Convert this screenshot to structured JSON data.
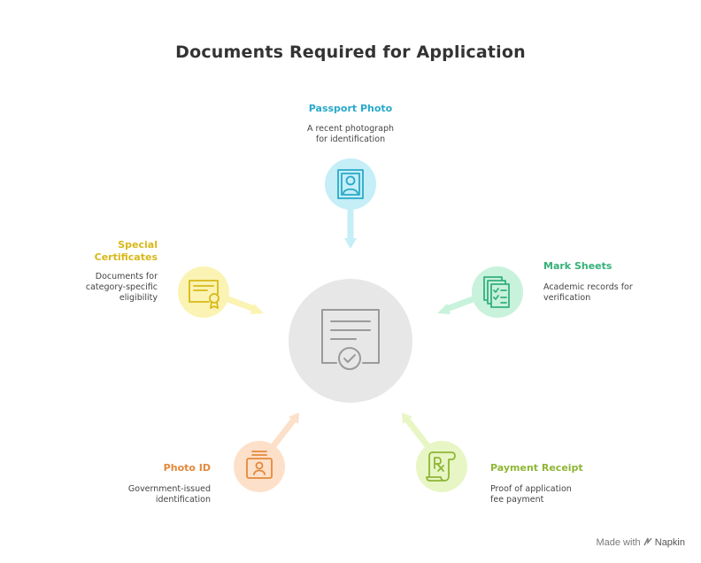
{
  "title": "Documents Required for Application",
  "colors": {
    "passport": "#29a9c9",
    "certificates": "#d8b818",
    "marksheets": "#35b07a",
    "photoid": "#e3893b",
    "payment": "#8fb636",
    "center": "#e7e7e7"
  },
  "center": {
    "icon": "certificate-check-icon"
  },
  "items": [
    {
      "key": "passport",
      "label": "Passport Photo",
      "desc_lines": [
        "A recent photograph",
        "for identification"
      ],
      "icon": "portrait-photo-icon"
    },
    {
      "key": "marksheets",
      "label": "Mark Sheets",
      "desc_lines": [
        "Academic records for",
        "verification"
      ],
      "icon": "checklist-documents-icon"
    },
    {
      "key": "payment",
      "label": "Payment Receipt",
      "desc_lines": [
        "Proof of application",
        "fee payment"
      ],
      "icon": "receipt-scroll-icon"
    },
    {
      "key": "photoid",
      "label": "Photo ID",
      "desc_lines": [
        "Government-issued",
        "identification"
      ],
      "icon": "id-card-icon"
    },
    {
      "key": "certificates",
      "label_lines": [
        "Special",
        "Certificates"
      ],
      "desc_lines": [
        "Documents for",
        "category-specific",
        "eligibility"
      ],
      "icon": "certificate-seal-icon"
    }
  ],
  "footer": {
    "made_with": "Made with",
    "brand": "Napkin"
  }
}
